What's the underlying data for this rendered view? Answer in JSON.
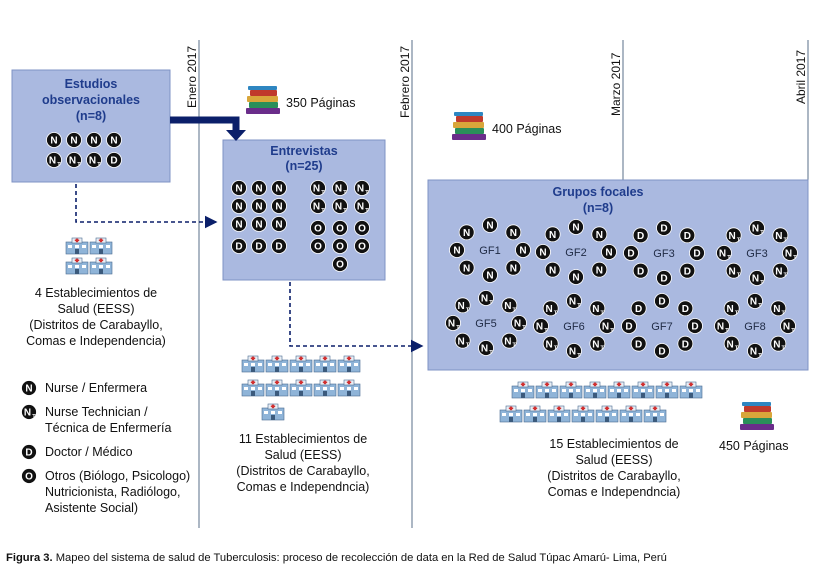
{
  "timeline": [
    {
      "label": "Enero 2017"
    },
    {
      "label": "Febrero 2017"
    },
    {
      "label": "Marzo 2017"
    },
    {
      "label": "Abril 2017"
    }
  ],
  "boxes": {
    "observacionales": {
      "title_line1": "Estudios",
      "title_line2": "observacionales",
      "count": "(n=8)"
    },
    "entrevistas": {
      "title": "Entrevistas",
      "count": "(n=25)"
    },
    "grupos": {
      "title": "Grupos focales",
      "count": "(n=8)"
    }
  },
  "pages": {
    "p1": "350 Páginas",
    "p2": "400 Páginas",
    "p3": "450 Páginas"
  },
  "eess": {
    "e1": {
      "line1": "4 Establecimientos de",
      "line2": "Salud (EESS)",
      "line3": "(Distritos de Carabayllo,",
      "line4": "Comas e Independencia)"
    },
    "e2": {
      "line1": "11 Establecimientos de",
      "line2": "Salud (EESS)",
      "line3": "(Distritos de Carabayllo,",
      "line4": "Comas e Independncia)"
    },
    "e3": {
      "line1": "15 Establecimientos de",
      "line2": "Salud (EESS)",
      "line3": "(Distritos de Carabayllo,",
      "line4": "Comas e Independncia)"
    }
  },
  "legend": [
    {
      "code": "N",
      "sub": "",
      "lines": [
        "Nurse / Enfermera"
      ]
    },
    {
      "code": "N",
      "sub": "T",
      "lines": [
        "Nurse Technician /",
        "Técnica de Enfermería"
      ]
    },
    {
      "code": "D",
      "sub": "",
      "lines": [
        "Doctor / Médico"
      ]
    },
    {
      "code": "O",
      "sub": "",
      "lines": [
        "Otros (Biólogo, Psicologo)",
        "Nutricionista, Radiólogo,",
        "Asistente Social)"
      ]
    }
  ],
  "groups": [
    "GF1",
    "GF2",
    "GF3",
    "GF3",
    "GF5",
    "GF6",
    "GF7",
    "GF8"
  ],
  "caption": {
    "bold": "Figura 3.",
    "text": " Mapeo del sistema de salud de Tuberculosis: proceso de recolección de data en la Red de Salud Túpac Amarú- Lima, Perú"
  },
  "colors": {
    "box_fill": "#aab9e0",
    "title_text": "#1f3c8c",
    "arrow": "#0b1f6a",
    "timeline_line": "#5a6f8a",
    "circle": "#111111"
  }
}
